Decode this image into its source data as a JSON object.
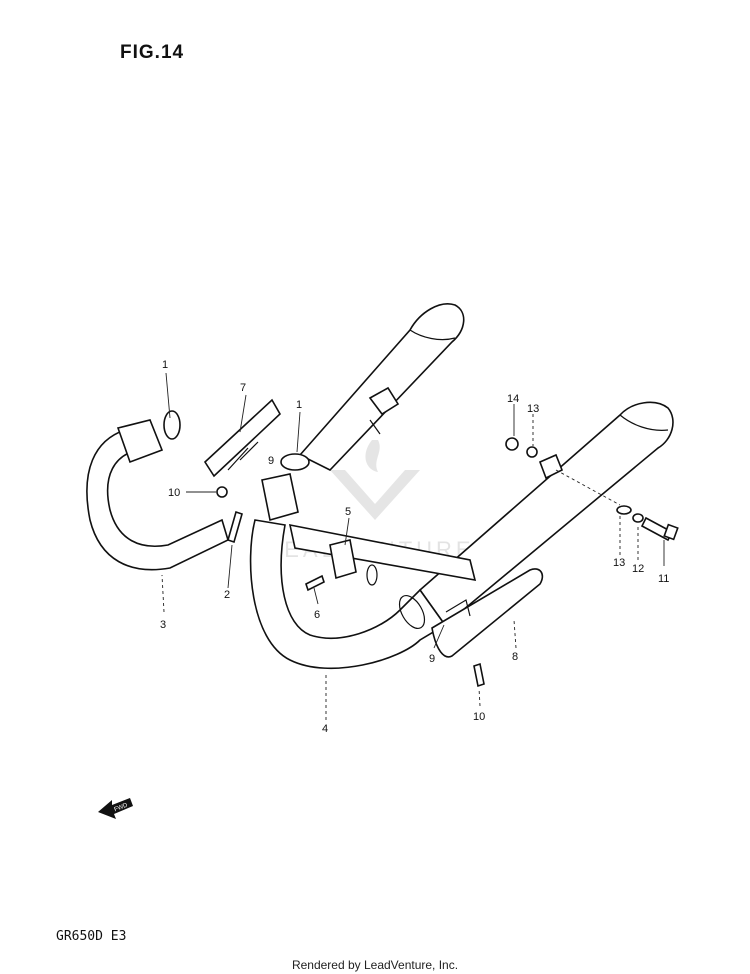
{
  "header": {
    "figure_title": "FIG.14"
  },
  "watermark": {
    "text": "LEADVENTURE"
  },
  "fwd_arrow": {
    "label": "FWD"
  },
  "callouts": {
    "c1a": "1",
    "c1b": "1",
    "c2": "2",
    "c3": "3",
    "c4": "4",
    "c5": "5",
    "c6": "6",
    "c7": "7",
    "c8": "8",
    "c9a": "9",
    "c9b": "9",
    "c10a": "10",
    "c10b": "10",
    "c11": "11",
    "c12": "12",
    "c13a": "13",
    "c13b": "13",
    "c14": "14"
  },
  "footer": {
    "model_code": "GR650D  E3",
    "rendered_by": "Rendered by LeadVenture, Inc."
  }
}
